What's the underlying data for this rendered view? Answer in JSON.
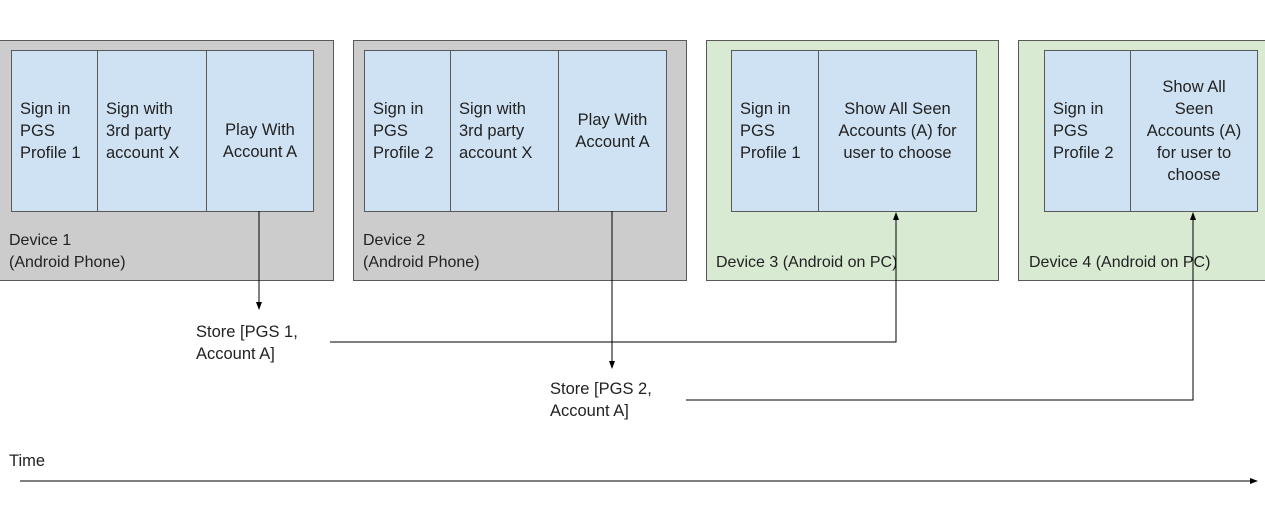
{
  "devices": [
    {
      "label": "Device 1\n(Android Phone)",
      "steps": [
        "Sign in\nPGS\nProfile 1",
        "Sign with\n3rd party\naccount X",
        "Play With\nAccount A"
      ]
    },
    {
      "label": "Device 2\n(Android Phone)",
      "steps": [
        "Sign in\nPGS\nProfile 2",
        "Sign with\n3rd party\naccount X",
        "Play With\nAccount A"
      ]
    },
    {
      "label": "Device 3 (Android on PC)",
      "steps": [
        "Sign in\nPGS\nProfile 1",
        "Show All Seen\nAccounts (A) for\nuser to choose"
      ]
    },
    {
      "label": "Device 4 (Android on PC)",
      "steps": [
        "Sign in\nPGS\nProfile 2",
        "Show All\nSeen\nAccounts (A)\nfor user to\nchoose"
      ]
    }
  ],
  "stores": [
    "Store [PGS  1,\nAccount A]",
    "Store [PGS  2,\nAccount A]"
  ],
  "timeline": {
    "label": "Time"
  },
  "colors": {
    "phone_bg": "#cccccc",
    "pc_bg": "#d9ead3",
    "step_bg": "#cfe2f3",
    "line": "#000000"
  }
}
